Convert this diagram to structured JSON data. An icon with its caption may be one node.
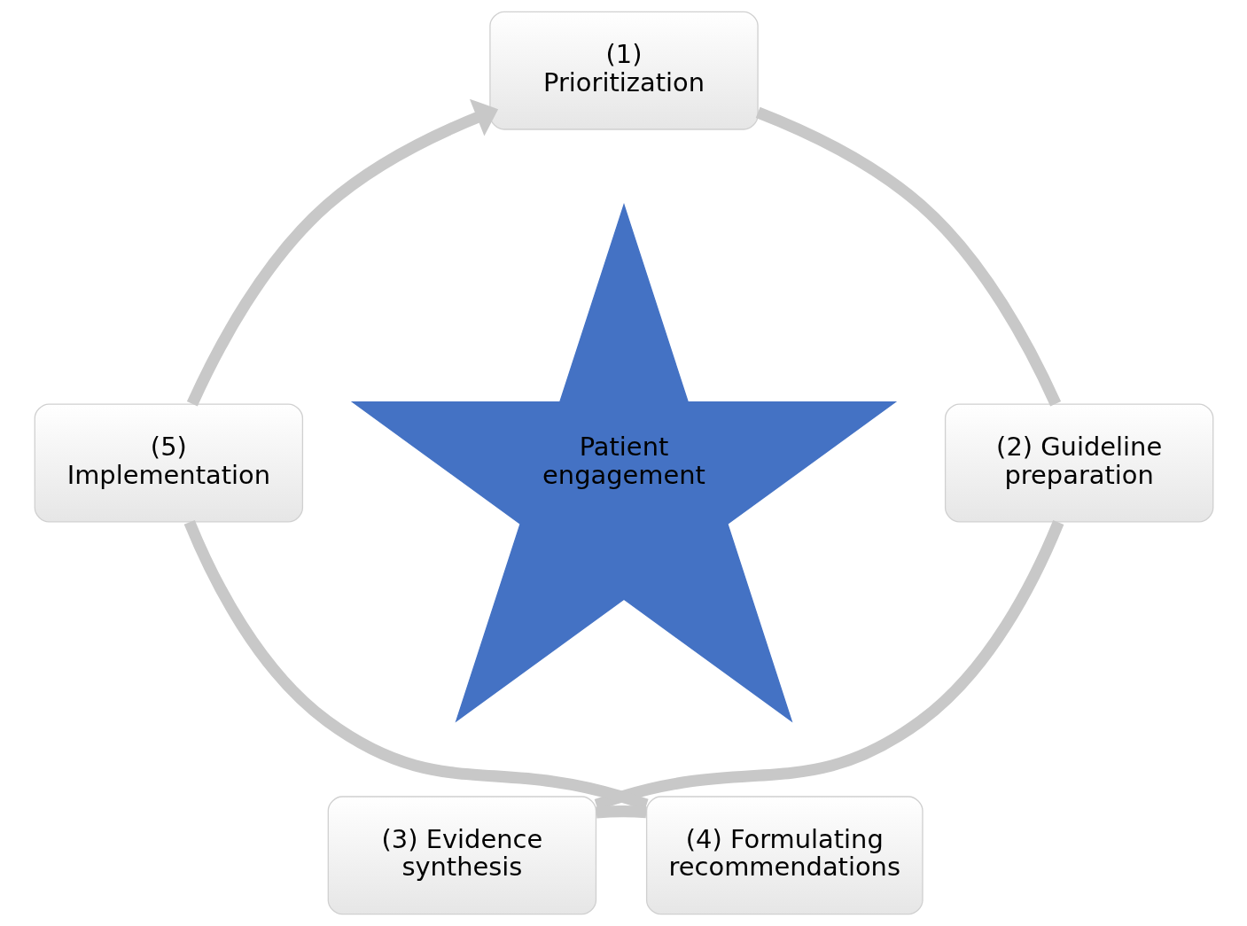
{
  "diagram": {
    "nodes": [
      {
        "text": [
          "(1) Prioritization"
        ]
      },
      {
        "text": [
          "(2) Guideline preparation"
        ]
      },
      {
        "text": [
          "(3) Evidence synthesis"
        ]
      },
      {
        "text": [
          "(4) Formulating recommendations"
        ]
      },
      {
        "text": [
          "(5) Implementation"
        ]
      },
      {
        "text": [
          "Patient engagement"
        ]
      }
    ],
    "edges": [
      {
        "from": 0,
        "to": 1,
        "arrow": "none"
      },
      {
        "from": 1,
        "to": 2,
        "arrow": "none"
      },
      {
        "from": 2,
        "to": 3,
        "arrow": "none"
      },
      {
        "from": 3,
        "to": 4,
        "arrow": "none"
      },
      {
        "from": 4,
        "to": 0,
        "arrow": "to"
      }
    ]
  }
}
